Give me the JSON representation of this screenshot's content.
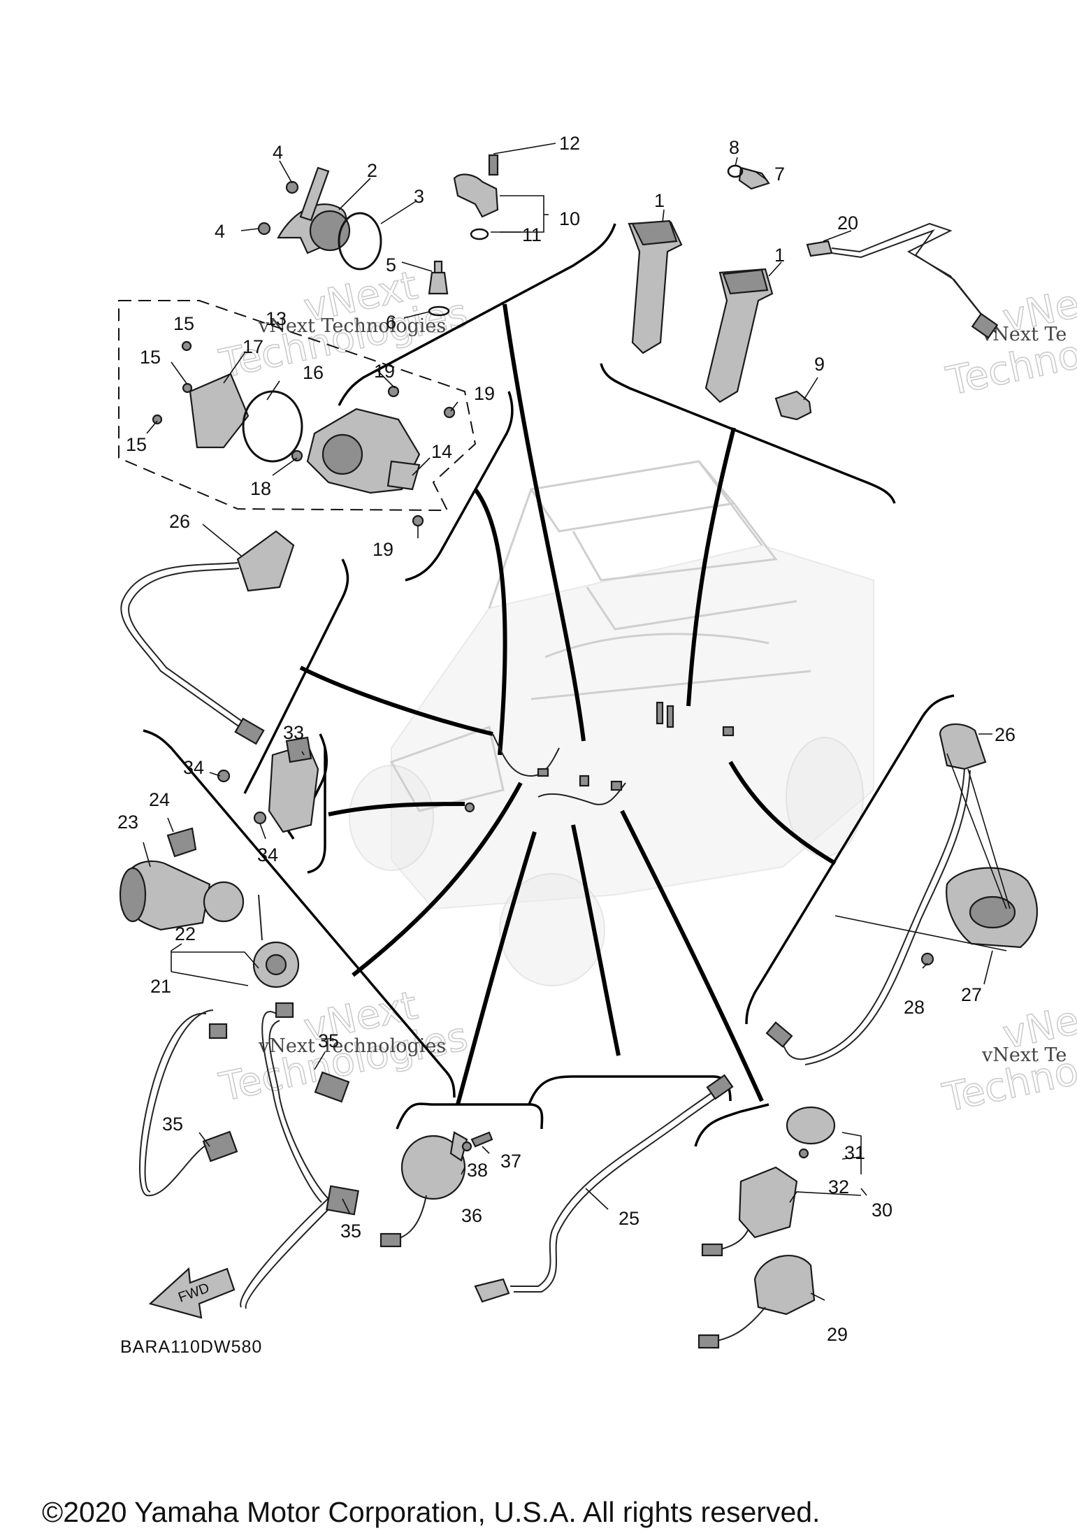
{
  "diagram": {
    "code": "BARA110DW580",
    "copyright": "©2020 Yamaha Motor Corporation, U.S.A. All rights reserved.",
    "direction_label": "FWD",
    "watermark": {
      "line1": "vNext",
      "line2": "Technologies",
      "caption": "vNext Technologies"
    },
    "callouts": [
      "1",
      "1",
      "2",
      "3",
      "4",
      "4",
      "5",
      "6",
      "7",
      "8",
      "9",
      "10",
      "11",
      "12",
      "13",
      "14",
      "15",
      "15",
      "15",
      "16",
      "17",
      "18",
      "19",
      "19",
      "19",
      "20",
      "21",
      "22",
      "23",
      "24",
      "25",
      "26",
      "26",
      "27",
      "28",
      "29",
      "30",
      "31",
      "32",
      "33",
      "34",
      "34",
      "35",
      "35",
      "35",
      "36",
      "37",
      "38"
    ]
  }
}
